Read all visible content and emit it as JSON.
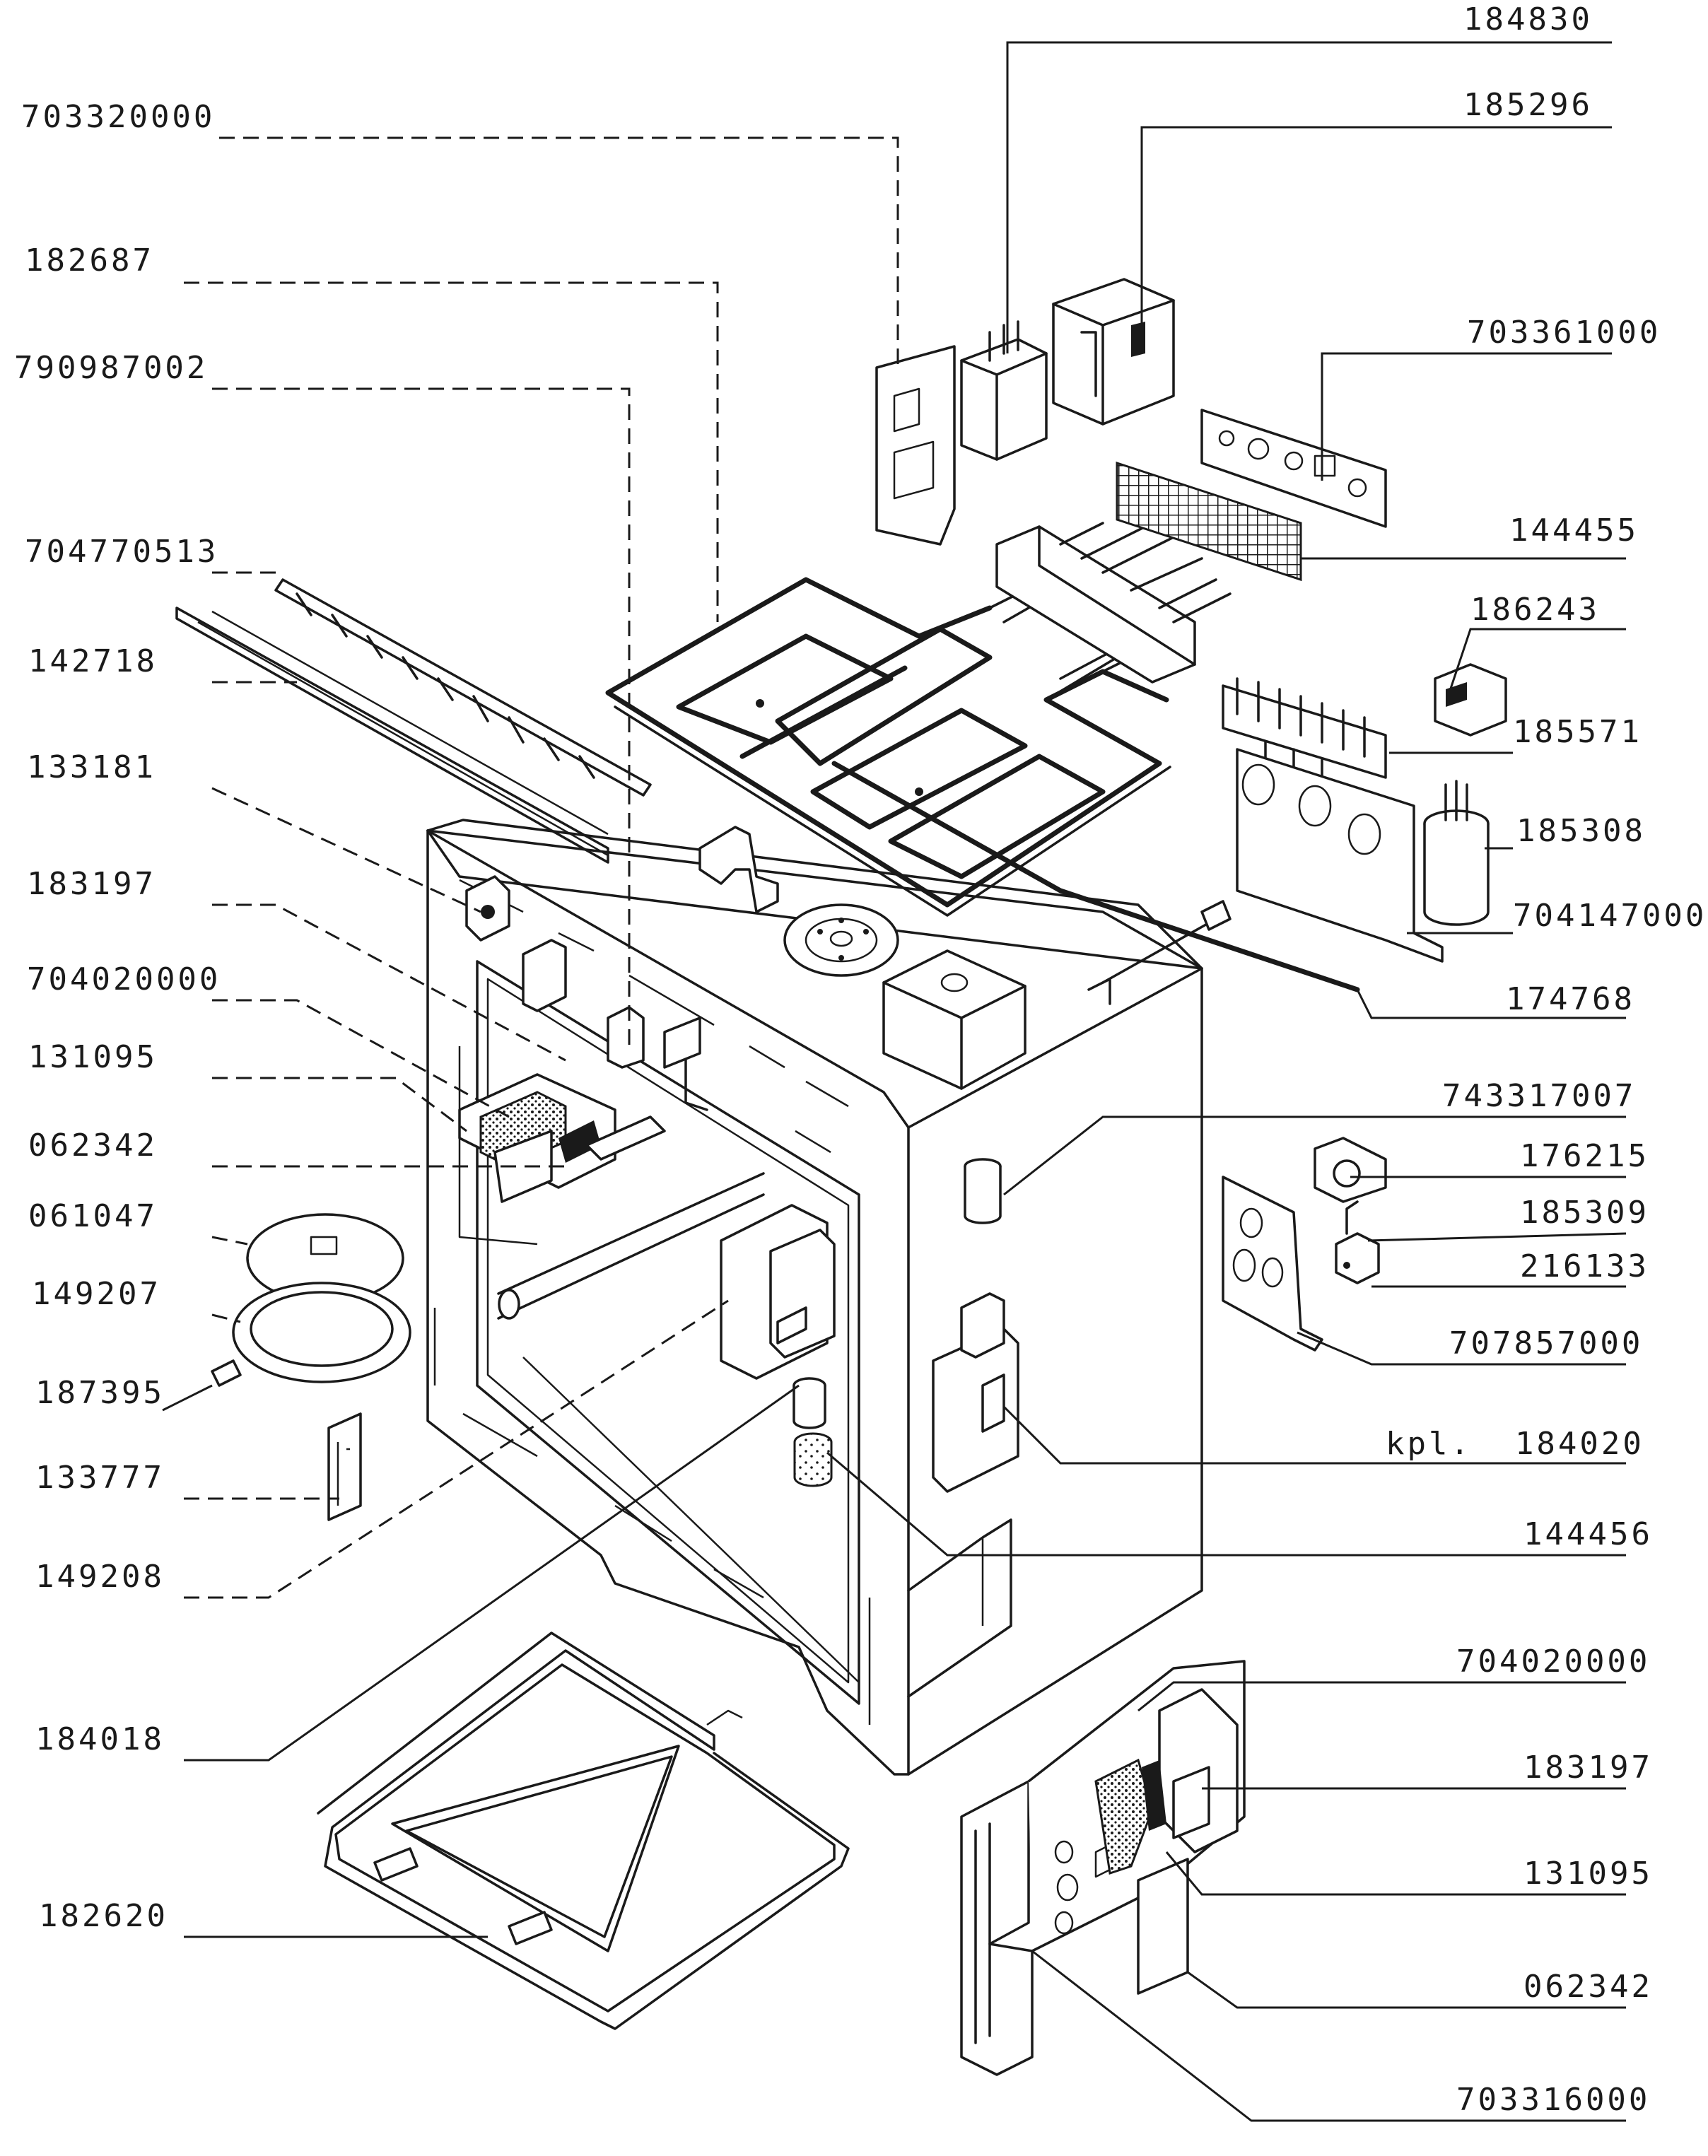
{
  "parts": [
    {
      "id": "p1",
      "label": "184830"
    },
    {
      "id": "p2",
      "label": "185296"
    },
    {
      "id": "p3",
      "label": "703320000"
    },
    {
      "id": "p4",
      "label": "182687"
    },
    {
      "id": "p5",
      "label": "703361000"
    },
    {
      "id": "p6",
      "label": "790987002"
    },
    {
      "id": "p7",
      "label": "144455"
    },
    {
      "id": "p8",
      "label": "704770513"
    },
    {
      "id": "p9",
      "label": "186243"
    },
    {
      "id": "p10",
      "label": "142718"
    },
    {
      "id": "p11",
      "label": "185571"
    },
    {
      "id": "p12",
      "label": "133181"
    },
    {
      "id": "p13",
      "label": "185308"
    },
    {
      "id": "p14",
      "label": "183197"
    },
    {
      "id": "p15",
      "label": "704147000"
    },
    {
      "id": "p16",
      "label": "704020000"
    },
    {
      "id": "p17",
      "label": "174768"
    },
    {
      "id": "p18",
      "label": "131095"
    },
    {
      "id": "p19",
      "label": "743317007"
    },
    {
      "id": "p20",
      "label": "062342"
    },
    {
      "id": "p21",
      "label": "176215"
    },
    {
      "id": "p22",
      "label": "061047"
    },
    {
      "id": "p23",
      "label": "185309"
    },
    {
      "id": "p24",
      "label": "149207"
    },
    {
      "id": "p25",
      "label": "216133"
    },
    {
      "id": "p26",
      "label": "707857000"
    },
    {
      "id": "p27",
      "label": "187395"
    },
    {
      "id": "p28",
      "label": "kpl.  184020"
    },
    {
      "id": "p29",
      "label": "133777"
    },
    {
      "id": "p30",
      "label": "144456"
    },
    {
      "id": "p31",
      "label": "149208"
    },
    {
      "id": "p32",
      "label": "704020000"
    },
    {
      "id": "p33",
      "label": "184018"
    },
    {
      "id": "p34",
      "label": "183197"
    },
    {
      "id": "p35",
      "label": "131095"
    },
    {
      "id": "p36",
      "label": "182620"
    },
    {
      "id": "p37",
      "label": "062342"
    },
    {
      "id": "p38",
      "label": "703316000"
    }
  ]
}
